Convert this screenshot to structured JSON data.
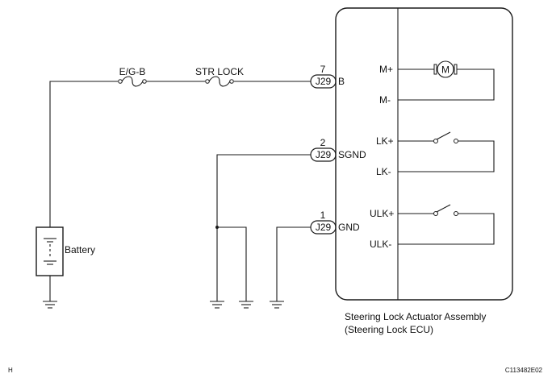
{
  "fuses": {
    "egb": "E/G-B",
    "str_lock": "STR LOCK"
  },
  "battery_label": "Battery",
  "connectors": [
    {
      "pin": "7",
      "id": "J29",
      "terminal": "B"
    },
    {
      "pin": "2",
      "id": "J29",
      "terminal": "SGND"
    },
    {
      "pin": "1",
      "id": "J29",
      "terminal": "GND"
    }
  ],
  "ecu": {
    "terminals": [
      "M+",
      "M-",
      "LK+",
      "LK-",
      "ULK+",
      "ULK-"
    ],
    "motor_symbol": "M",
    "caption_line1": "Steering Lock Actuator Assembly",
    "caption_line2": "(Steering Lock ECU)"
  },
  "footer": {
    "left": "H",
    "right": "C113482E02"
  }
}
